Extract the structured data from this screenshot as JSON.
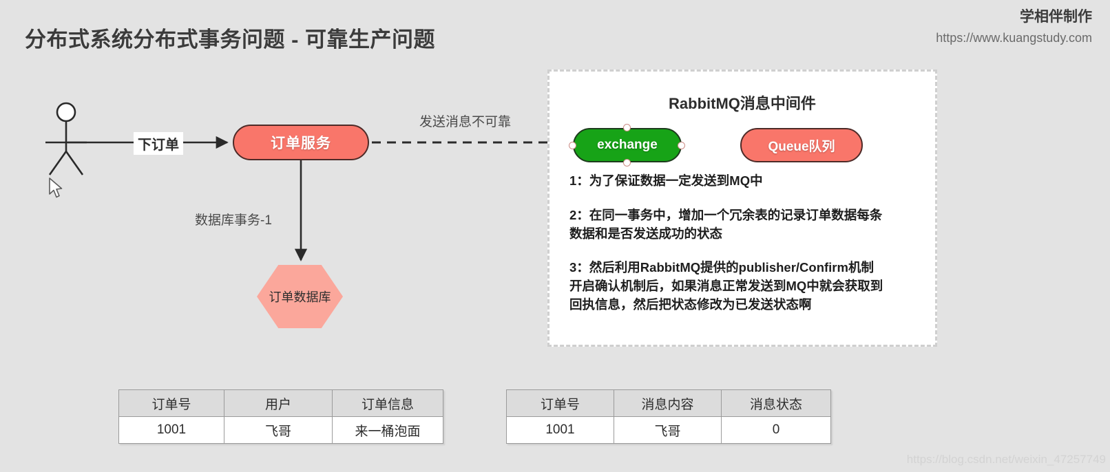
{
  "header": {
    "title": "分布式系统分布式事务问题 - 可靠生产问题",
    "brand_name": "学相伴制作",
    "brand_url": "https://www.kuangstudy.com"
  },
  "footer": {
    "watermark": "https://blog.csdn.net/weixin_47257749"
  },
  "diagram": {
    "actor_label": "",
    "edge_place_order": "下订单",
    "node_order_service": "订单服务",
    "edge_db_transaction": "数据库事务-1",
    "node_order_database": "订单数据库",
    "edge_send_unreliable": "发送消息不可靠"
  },
  "mq": {
    "title": "RabbitMQ消息中间件",
    "exchange_label": "exchange",
    "queue_label": "Queue队列",
    "notes": [
      "1：为了保证数据一定发送到MQ中",
      "2：在同一事务中，增加一个冗余表的记录订单数据每条\n数据和是否发送成功的状态",
      "3：然后利用RabbitMQ提供的publisher/Confirm机制\n开启确认机制后，如果消息正常发送到MQ中就会获取到\n回执信息，然后把状态修改为已发送状态啊"
    ]
  },
  "tables": {
    "order_table": {
      "headers": [
        "订单号",
        "用户",
        "订单信息"
      ],
      "rows": [
        [
          "1001",
          "飞哥",
          "来一桶泡面"
        ]
      ]
    },
    "message_table": {
      "headers": [
        "订单号",
        "消息内容",
        "消息状态"
      ],
      "rows": [
        [
          "1001",
          "飞哥",
          "0"
        ]
      ]
    }
  },
  "colors": {
    "background": "#e3e3e3",
    "service_fill": "#f9766a",
    "exchange_fill": "#17a317",
    "database_fill": "#fba79b",
    "mq_panel": "#ffffff",
    "line": "#2a2a2a"
  }
}
